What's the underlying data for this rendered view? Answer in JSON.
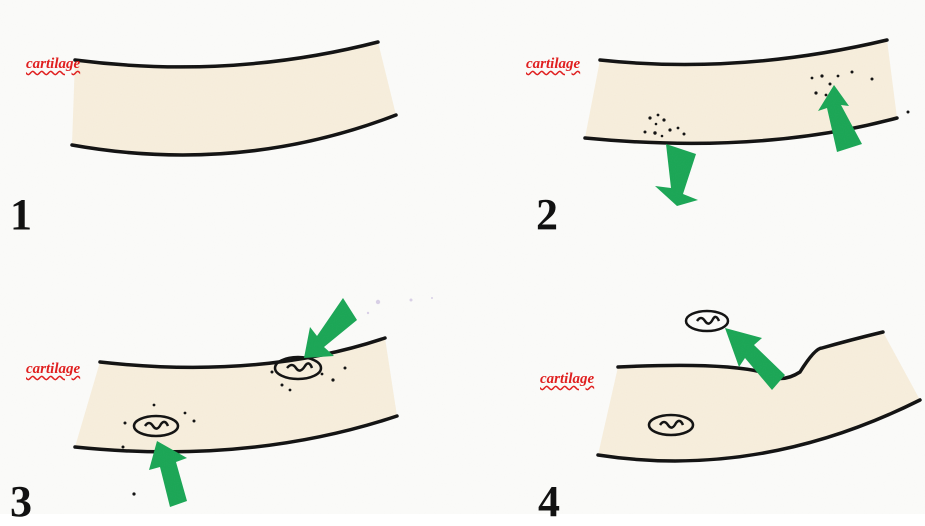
{
  "panels": [
    {
      "number": "1",
      "label": "cartilage"
    },
    {
      "number": "2",
      "label": "cartilage"
    },
    {
      "number": "3",
      "label": "cartilage"
    },
    {
      "number": "4",
      "label": "cartilage"
    }
  ],
  "colors": {
    "arrow": "#1aa655",
    "line": "#111111",
    "cartilage_fill": "#f6ecd8",
    "label": "#e02020"
  }
}
